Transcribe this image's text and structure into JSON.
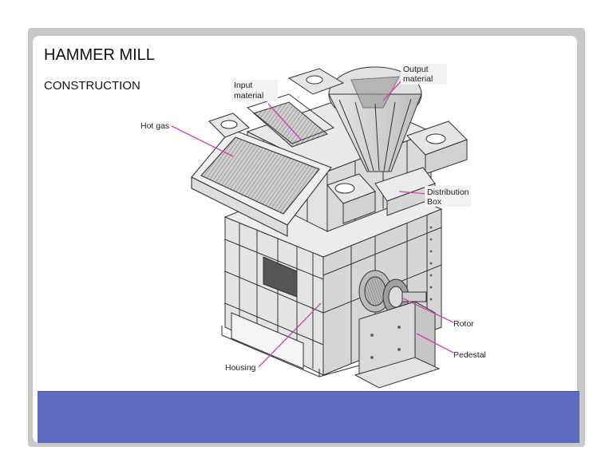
{
  "slide": {
    "title": "HAMMER MILL",
    "subtitle": "CONSTRUCTION",
    "band_color": "#5d6bbf",
    "leader_color": "#d63fb3"
  },
  "labels": {
    "input": [
      "Input",
      "material"
    ],
    "output": [
      "Output",
      "material"
    ],
    "hot_gas": "Hot gas",
    "distribution": [
      "Distribution",
      "Box"
    ],
    "rotor": "Rotor",
    "pedestal": "Pedestal",
    "housing": "Housing"
  }
}
